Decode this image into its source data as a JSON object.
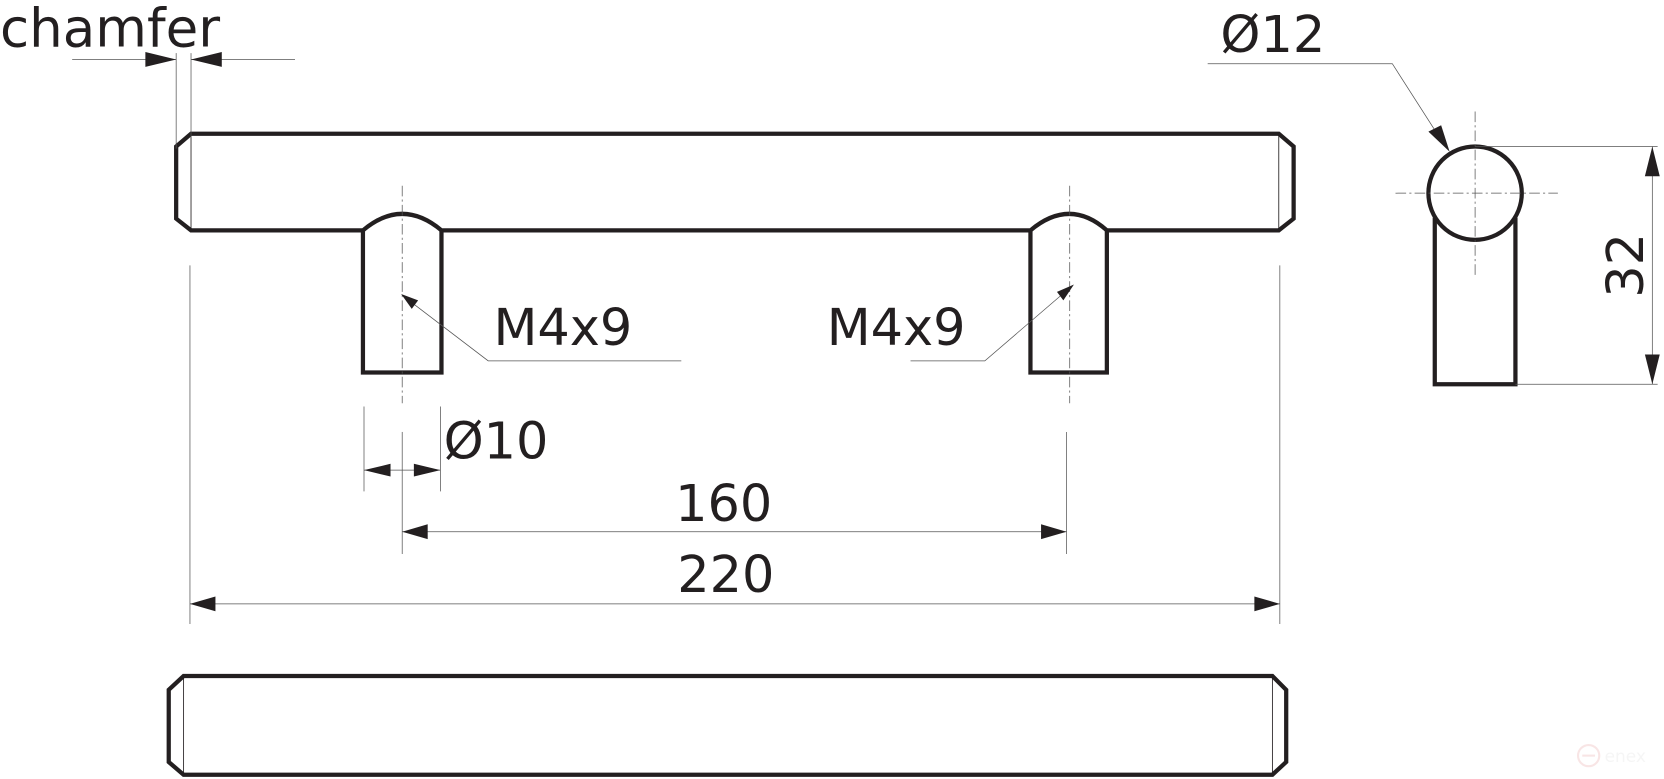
{
  "labels": {
    "chamfer": "chamfer",
    "bar_diameter": "Ø12",
    "height": "32",
    "thread_left": "M4x9",
    "thread_right": "M4x9",
    "leg_diameter": "Ø10",
    "hole_spacing": "160",
    "overall_length": "220"
  },
  "watermark": {
    "text": "enex",
    "color": "#f5d5d5"
  },
  "colors": {
    "line": "#231f20",
    "background": "#ffffff"
  }
}
